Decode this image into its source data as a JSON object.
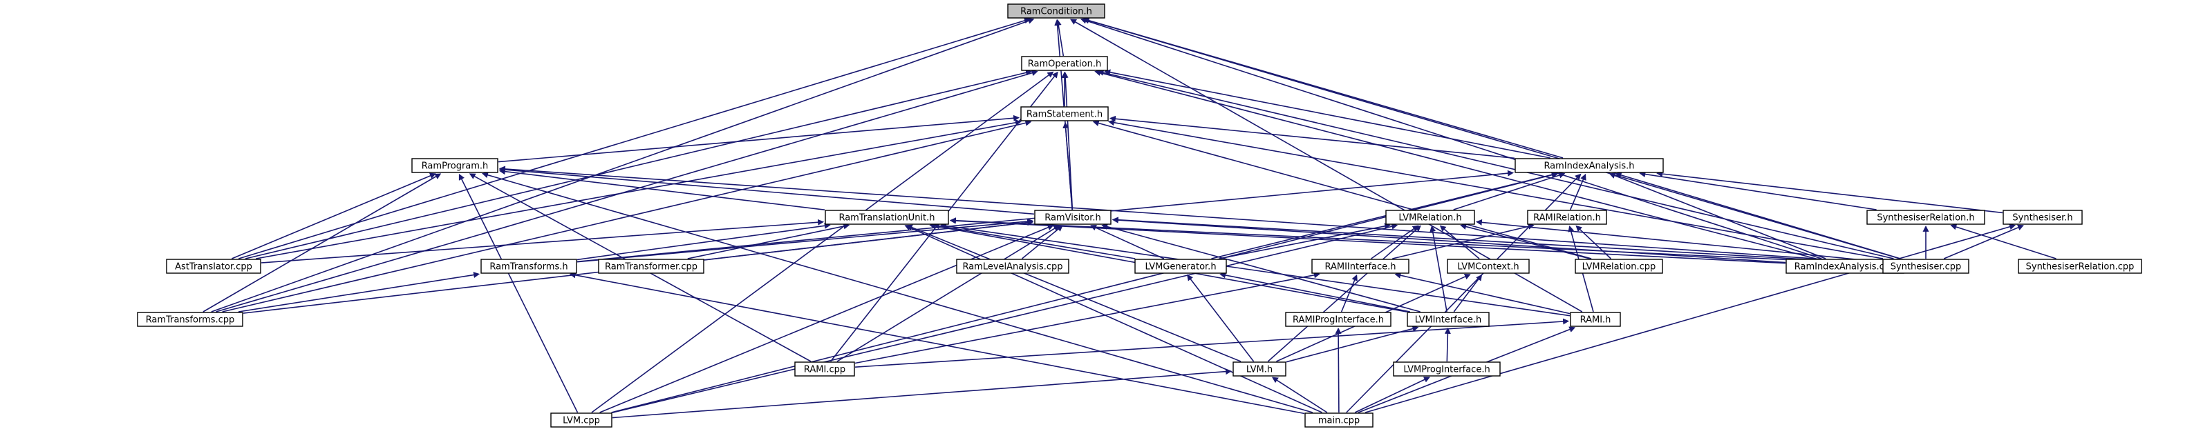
{
  "graph": {
    "root": "n0",
    "nodes": [
      {
        "id": "n0",
        "label": "RamCondition.h"
      },
      {
        "id": "n1",
        "label": "RamOperation.h"
      },
      {
        "id": "n2",
        "label": "RamStatement.h"
      },
      {
        "id": "n3",
        "label": "RamProgram.h"
      },
      {
        "id": "n4",
        "label": "RamIndexAnalysis.h"
      },
      {
        "id": "n5",
        "label": "RamTranslationUnit.h"
      },
      {
        "id": "n6",
        "label": "RamVisitor.h"
      },
      {
        "id": "n7",
        "label": "LVMRelation.h"
      },
      {
        "id": "n8",
        "label": "RAMIRelation.h"
      },
      {
        "id": "n9",
        "label": "SynthesiserRelation.h"
      },
      {
        "id": "n10",
        "label": "Synthesiser.h"
      },
      {
        "id": "n11",
        "label": "AstTranslator.cpp"
      },
      {
        "id": "n12",
        "label": "RamTransforms.h"
      },
      {
        "id": "n13",
        "label": "RamTransformer.cpp"
      },
      {
        "id": "n14",
        "label": "RamLevelAnalysis.cpp"
      },
      {
        "id": "n15",
        "label": "LVMGenerator.h"
      },
      {
        "id": "n16",
        "label": "RAMIInterface.h"
      },
      {
        "id": "n17",
        "label": "LVMContext.h"
      },
      {
        "id": "n18",
        "label": "LVMRelation.cpp"
      },
      {
        "id": "n19",
        "label": "RamIndexAnalysis.cpp"
      },
      {
        "id": "n20",
        "label": "Synthesiser.cpp"
      },
      {
        "id": "n21",
        "label": "SynthesiserRelation.cpp"
      },
      {
        "id": "n22",
        "label": "RamTransforms.cpp"
      },
      {
        "id": "n23",
        "label": "RAMIProgInterface.h"
      },
      {
        "id": "n24",
        "label": "LVMInterface.h"
      },
      {
        "id": "n25",
        "label": "RAMI.h"
      },
      {
        "id": "n26",
        "label": "RAMI.cpp"
      },
      {
        "id": "n27",
        "label": "LVM.h"
      },
      {
        "id": "n28",
        "label": "LVMProgInterface.h"
      },
      {
        "id": "n29",
        "label": "LVM.cpp"
      },
      {
        "id": "n30",
        "label": "main.cpp"
      }
    ],
    "edges": [
      [
        "n0",
        "n1"
      ],
      [
        "n0",
        "n6"
      ],
      [
        "n0",
        "n11"
      ],
      [
        "n0",
        "n22"
      ],
      [
        "n0",
        "n4"
      ],
      [
        "n0",
        "n19"
      ],
      [
        "n0",
        "n20"
      ],
      [
        "n0",
        "n25"
      ],
      [
        "n1",
        "n2"
      ],
      [
        "n1",
        "n6"
      ],
      [
        "n1",
        "n4"
      ],
      [
        "n1",
        "n11"
      ],
      [
        "n1",
        "n22"
      ],
      [
        "n1",
        "n26"
      ],
      [
        "n1",
        "n29"
      ],
      [
        "n1",
        "n19"
      ],
      [
        "n1",
        "n20"
      ],
      [
        "n2",
        "n3"
      ],
      [
        "n2",
        "n6"
      ],
      [
        "n2",
        "n4"
      ],
      [
        "n2",
        "n11"
      ],
      [
        "n2",
        "n22"
      ],
      [
        "n2",
        "n18"
      ],
      [
        "n2",
        "n20"
      ],
      [
        "n3",
        "n5"
      ],
      [
        "n3",
        "n6"
      ],
      [
        "n3",
        "n11"
      ],
      [
        "n3",
        "n22"
      ],
      [
        "n3",
        "n26"
      ],
      [
        "n3",
        "n29"
      ],
      [
        "n3",
        "n30"
      ],
      [
        "n3",
        "n20"
      ],
      [
        "n4",
        "n7"
      ],
      [
        "n4",
        "n8"
      ],
      [
        "n4",
        "n12"
      ],
      [
        "n4",
        "n15"
      ],
      [
        "n4",
        "n19"
      ],
      [
        "n4",
        "n20"
      ],
      [
        "n4",
        "n9"
      ],
      [
        "n4",
        "n10"
      ],
      [
        "n4",
        "n29"
      ],
      [
        "n4",
        "n30"
      ],
      [
        "n5",
        "n11"
      ],
      [
        "n5",
        "n12"
      ],
      [
        "n5",
        "n13"
      ],
      [
        "n5",
        "n15"
      ],
      [
        "n5",
        "n24"
      ],
      [
        "n5",
        "n27"
      ],
      [
        "n5",
        "n25"
      ],
      [
        "n5",
        "n30"
      ],
      [
        "n5",
        "n19"
      ],
      [
        "n5",
        "n20"
      ],
      [
        "n6",
        "n12"
      ],
      [
        "n6",
        "n13"
      ],
      [
        "n6",
        "n14"
      ],
      [
        "n6",
        "n15"
      ],
      [
        "n6",
        "n22"
      ],
      [
        "n6",
        "n19"
      ],
      [
        "n6",
        "n20"
      ],
      [
        "n6",
        "n24"
      ],
      [
        "n6",
        "n26"
      ],
      [
        "n6",
        "n29"
      ],
      [
        "n7",
        "n15"
      ],
      [
        "n7",
        "n16"
      ],
      [
        "n7",
        "n17"
      ],
      [
        "n7",
        "n18"
      ],
      [
        "n7",
        "n24"
      ],
      [
        "n7",
        "n27"
      ],
      [
        "n7",
        "n29"
      ],
      [
        "n7",
        "n20"
      ],
      [
        "n8",
        "n16"
      ],
      [
        "n8",
        "n18"
      ],
      [
        "n8",
        "n25"
      ],
      [
        "n9",
        "n20"
      ],
      [
        "n9",
        "n21"
      ],
      [
        "n10",
        "n20"
      ],
      [
        "n10",
        "n30"
      ],
      [
        "n12",
        "n22"
      ],
      [
        "n12",
        "n30"
      ],
      [
        "n15",
        "n24"
      ],
      [
        "n15",
        "n27"
      ],
      [
        "n16",
        "n23"
      ],
      [
        "n16",
        "n26"
      ],
      [
        "n16",
        "n25"
      ],
      [
        "n17",
        "n24"
      ],
      [
        "n17",
        "n27"
      ],
      [
        "n23",
        "n30"
      ],
      [
        "n24",
        "n27"
      ],
      [
        "n24",
        "n28"
      ],
      [
        "n25",
        "n26"
      ],
      [
        "n25",
        "n30"
      ],
      [
        "n27",
        "n29"
      ],
      [
        "n27",
        "n30"
      ],
      [
        "n28",
        "n30"
      ]
    ]
  }
}
